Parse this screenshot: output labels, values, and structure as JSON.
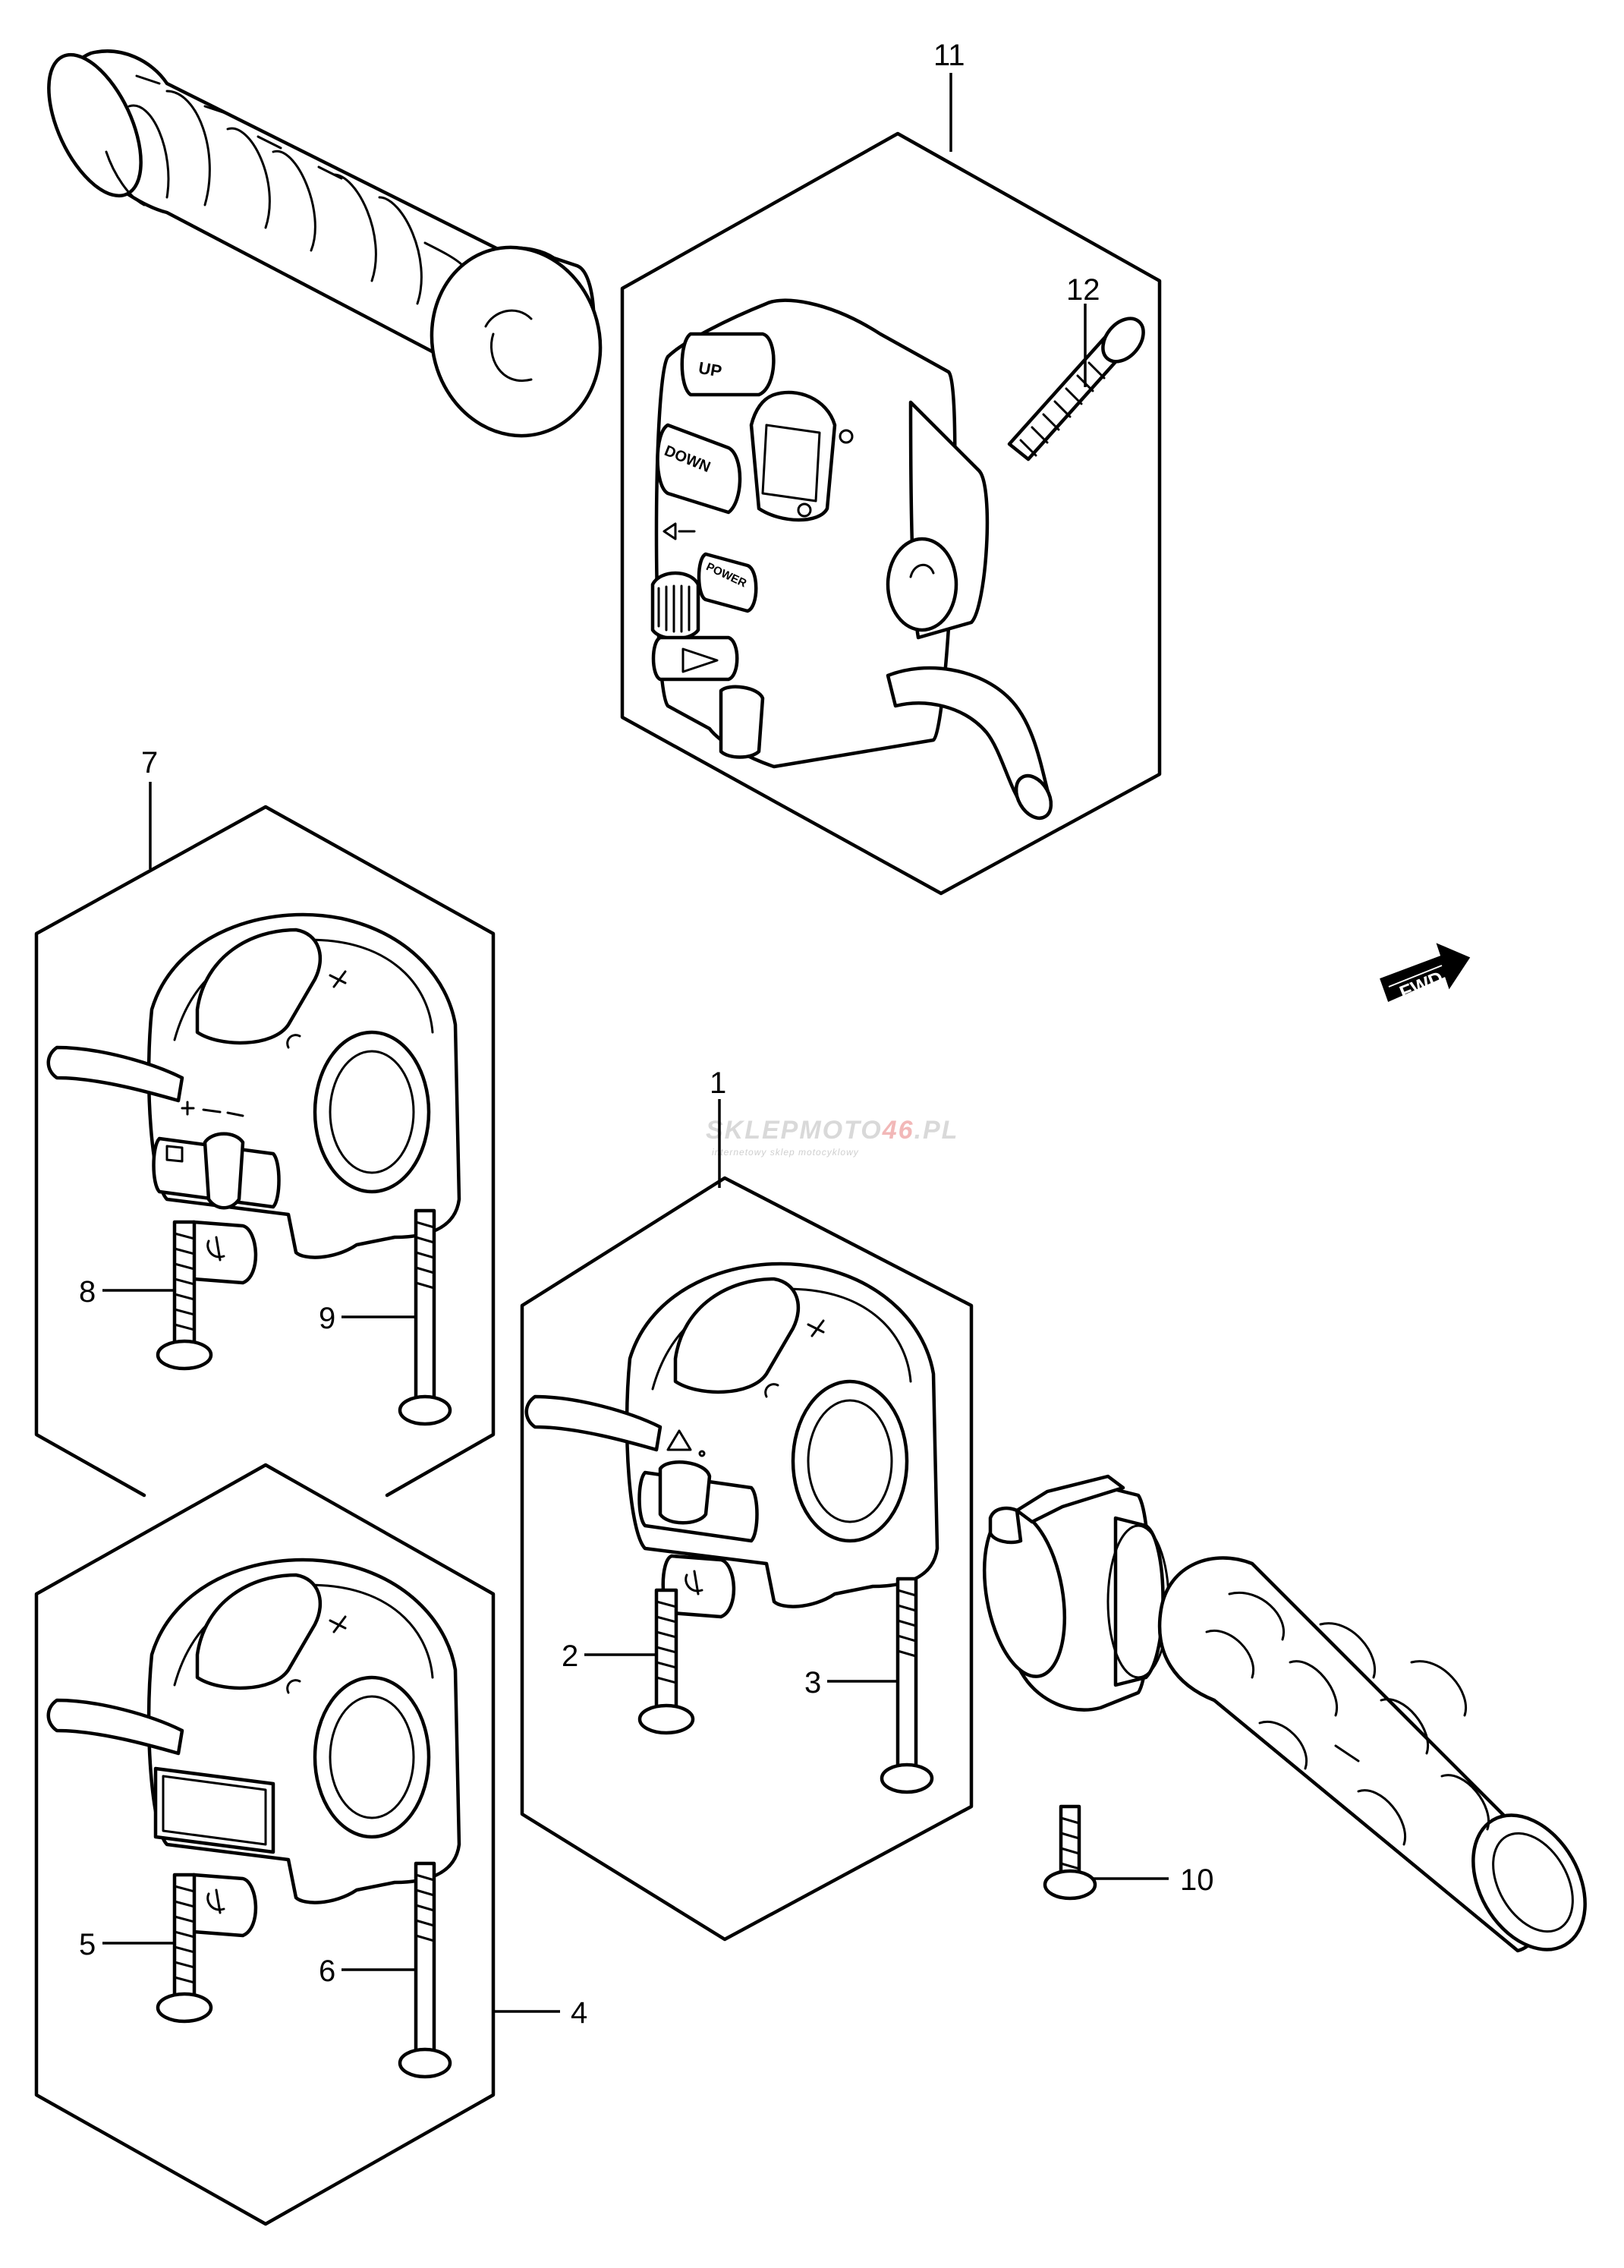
{
  "callouts": {
    "c1": "1",
    "c2": "2",
    "c3": "3",
    "c4": "4",
    "c5": "5",
    "c6": "6",
    "c7": "7",
    "c8": "8",
    "c9": "9",
    "c10": "10",
    "c11": "11",
    "c12": "12"
  },
  "switch_labels": {
    "up": "UP",
    "down": "DOWN",
    "power": "POWER"
  },
  "fwd_label": "FWD",
  "watermark": {
    "brand_main": "SKLEPMOTO",
    "brand_accent": "46",
    "brand_tld": ".PL",
    "tagline": "internetowy sklep motocyklowy"
  }
}
